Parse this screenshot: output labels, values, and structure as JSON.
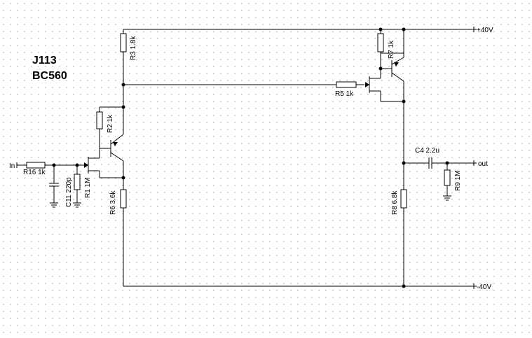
{
  "title_parts": [
    "J113",
    "BC560"
  ],
  "rails": {
    "positive": "+40V",
    "negative": "-40V"
  },
  "ports": {
    "input": "In",
    "output": "out"
  },
  "components": {
    "R1": "R1 1M",
    "R2": "R2 1k",
    "R3": "R3 1.8k",
    "R5": "R5 1k",
    "R6": "R6 3.6k",
    "R7": "R7 1k",
    "R8": "R8 6.8k",
    "R9": "R9 1M",
    "R16": "R16 1k",
    "C4": "C4 2.2u",
    "C11": "C11 220p"
  },
  "colors": {
    "wire": "#000000",
    "background": "#ffffff",
    "grid": "#b9b9b9"
  }
}
